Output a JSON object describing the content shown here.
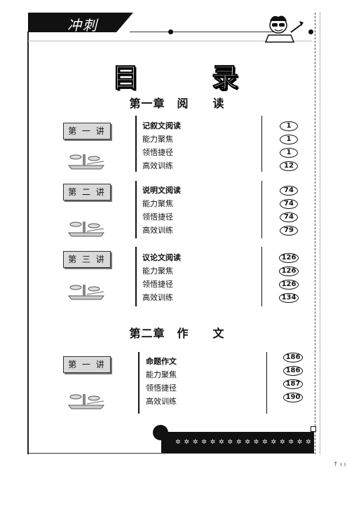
{
  "header": {
    "banner_text": "冲刺"
  },
  "title": {
    "char1": "目",
    "char2": "录"
  },
  "chapters": [
    {
      "title": "第一章　阅　　读",
      "sections": [
        {
          "label": "第 一 讲",
          "items": [
            "记叙文阅读",
            "能力聚焦",
            "领悟捷径",
            "高效训练"
          ],
          "pages": [
            "1",
            "1",
            "1",
            "12"
          ]
        },
        {
          "label": "第 二 讲",
          "items": [
            "说明文阅读",
            "能力聚焦",
            "领悟捷径",
            "高效训练"
          ],
          "pages": [
            "74",
            "74",
            "74",
            "79"
          ]
        },
        {
          "label": "第 三 讲",
          "items": [
            "议论文阅读",
            "能力聚焦",
            "领悟捷径",
            "高效训练"
          ],
          "pages": [
            "126",
            "126",
            "126",
            "134"
          ]
        }
      ]
    },
    {
      "title": "第二章　作　　文",
      "sections": [
        {
          "label": "第 一 讲",
          "items": [
            "命题作文",
            "能力聚焦",
            "领悟捷径",
            "高效训练"
          ],
          "pages": [
            "186",
            "186",
            "187",
            "190"
          ]
        }
      ]
    }
  ],
  "footer": {
    "pattern": "✲ ✲ ✲ ✲ ✲ ✲ ✲ ✲ ✲ ✲ ✲ ✲ ✲ ✲ ✲ ✲ ✲ ✲ ✲",
    "corner": "↑ ı ı"
  }
}
